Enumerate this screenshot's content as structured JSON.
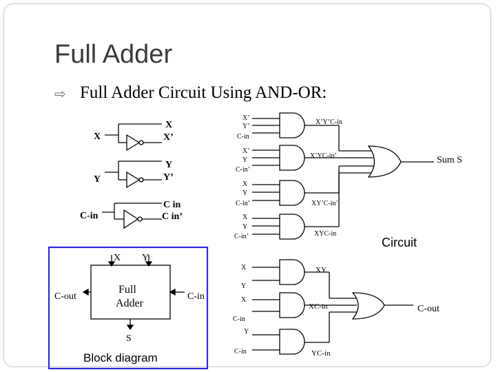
{
  "slide": {
    "title": "Full Adder",
    "bullet": "Full Adder Circuit Using AND-OR:"
  },
  "inverters": [
    {
      "input": "X",
      "out_top": "X",
      "out_bottom": "X’"
    },
    {
      "input": "Y",
      "out_top": "Y",
      "out_bottom": "Y’"
    },
    {
      "input": "C-in",
      "out_top": "C in",
      "out_bottom": "C in’"
    }
  ],
  "sum_circuit": {
    "gates": [
      {
        "inputs": [
          "X’",
          "Y’",
          "C-in"
        ],
        "output": "X’Y’C-in"
      },
      {
        "inputs": [
          "X’",
          "Y",
          "C-in’"
        ],
        "output": "X’YC-in’"
      },
      {
        "inputs": [
          "X",
          "Y",
          "C-in’"
        ],
        "output": "XY’C-in’"
      },
      {
        "inputs": [
          "X",
          "Y",
          "C-in’"
        ],
        "output": "XYC-in"
      }
    ],
    "output": "Sum S"
  },
  "circuit_caption": "Circuit",
  "carry_circuit": {
    "gates": [
      {
        "inputs": [
          "X",
          "Y"
        ],
        "output": "XY"
      },
      {
        "inputs": [
          "X",
          "C-in"
        ],
        "output": "XC-in"
      },
      {
        "inputs": [
          "Y",
          "C-in"
        ],
        "output": "YC-in"
      }
    ],
    "output": "C-out"
  },
  "block": {
    "input_x": "X",
    "input_y": "Y",
    "label_line1": "Full",
    "label_line2": "Adder",
    "carry_out": "C-out",
    "carry_in": "C-in",
    "sum": "S",
    "caption": "Block diagram",
    "frame_color": "#2b2bd8"
  }
}
